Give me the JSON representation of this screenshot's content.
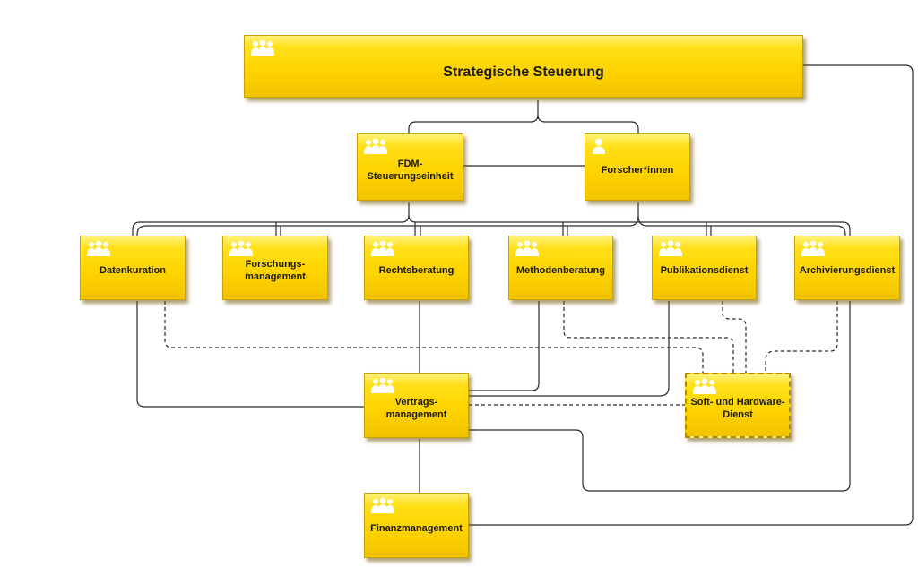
{
  "nodes": {
    "strategische_steuerung": "Strategische Steuerung",
    "fdm_steuerungseinheit": "FDM-\nSteuerungseinheit",
    "forscher_innen": "Forscher*innen",
    "datenkuration": "Datenkuration",
    "forschungsmanagement": "Forschungs-\nmanagement",
    "rechtsberatung": "Rechtsberatung",
    "methodenberatung": "Methodenberatung",
    "publikationsdienst": "Publikationsdienst",
    "archivierungsdienst": "Archivierungsdienst",
    "vertragsmanagement": "Vertrags-\nmanagement",
    "soft_hardware_dienst": "Soft- und Hardware-\nDienst",
    "finanzmanagement": "Finanzmanagement"
  },
  "icons": {
    "group": "group-icon",
    "person": "person-icon"
  },
  "colors": {
    "node_fill": "#ffd400",
    "node_border": "#c9a200",
    "connector": "#222222"
  }
}
